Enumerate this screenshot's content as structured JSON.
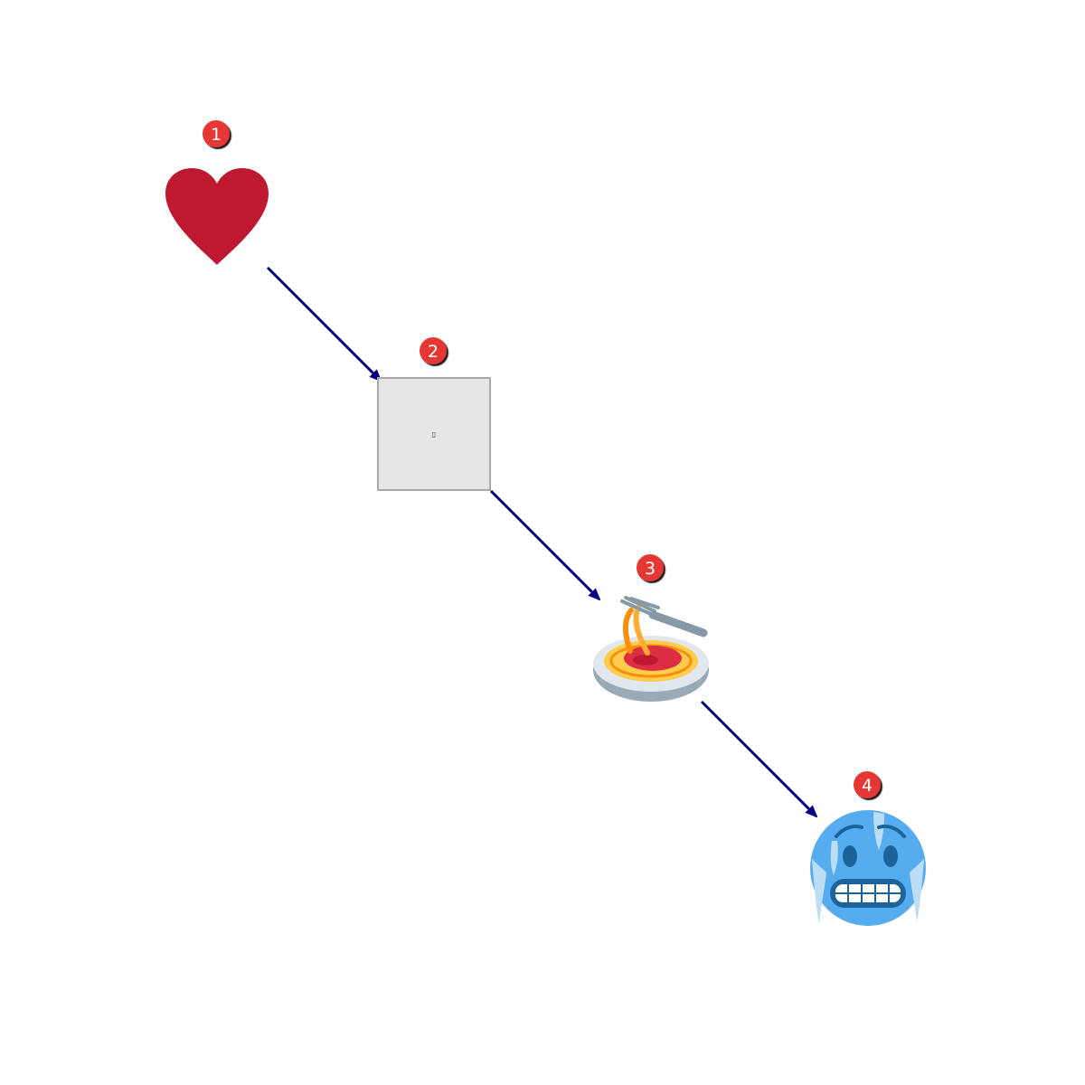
{
  "colors": {
    "background": "#ffffff",
    "arrow": "#000080",
    "badge_fill": "#e53935",
    "badge_text": "#ffffff",
    "placeholder_fill": "#e6e6e6",
    "placeholder_stroke": "#aaaaaa"
  },
  "nodes": [
    {
      "id": "1",
      "badge": "1",
      "icon": "red-heart-icon"
    },
    {
      "id": "2",
      "badge": "2",
      "icon": "missing-glyph-placeholder",
      "glyph": "▯"
    },
    {
      "id": "3",
      "badge": "3",
      "icon": "spaghetti-icon"
    },
    {
      "id": "4",
      "badge": "4",
      "icon": "cold-face-icon"
    }
  ],
  "edges": [
    {
      "from": "1",
      "to": "2"
    },
    {
      "from": "2",
      "to": "3"
    },
    {
      "from": "3",
      "to": "4"
    }
  ]
}
